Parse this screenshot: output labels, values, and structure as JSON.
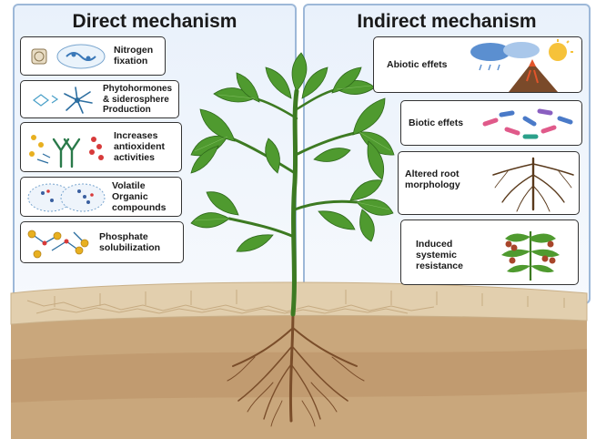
{
  "direct": {
    "title": "Direct mechanism",
    "items": [
      {
        "label": "Nitrogen\nfixation",
        "icon": "bacteria-icon"
      },
      {
        "label": "Phytohormones\n& siderosphere\nProduction",
        "icon": "hormone-molecule-icon"
      },
      {
        "label": "Increases\nantioxident\nactivities",
        "icon": "antibody-icon"
      },
      {
        "label": "Volatile\nOrganic\ncompounds",
        "icon": "volatile-compound-icon"
      },
      {
        "label": "Phosphate\nsolubilization",
        "icon": "phosphate-icon"
      }
    ]
  },
  "indirect": {
    "title": "Indirect mechanism",
    "items": [
      {
        "label": "Abiotic effets",
        "icon": "weather-volcano-icon"
      },
      {
        "label": "Biotic effets",
        "icon": "microbes-icon"
      },
      {
        "label": "Altered root\nmorphology",
        "icon": "root-icon"
      },
      {
        "label": "Induced\nsystemic\nresistance",
        "icon": "tomato-plant-icon"
      }
    ]
  },
  "colors": {
    "panel_border": "#9db8d8",
    "leaf": "#4f9a2f",
    "stem": "#3d7a22",
    "soil": "#c9a77c",
    "crust": "#e2cfae"
  }
}
